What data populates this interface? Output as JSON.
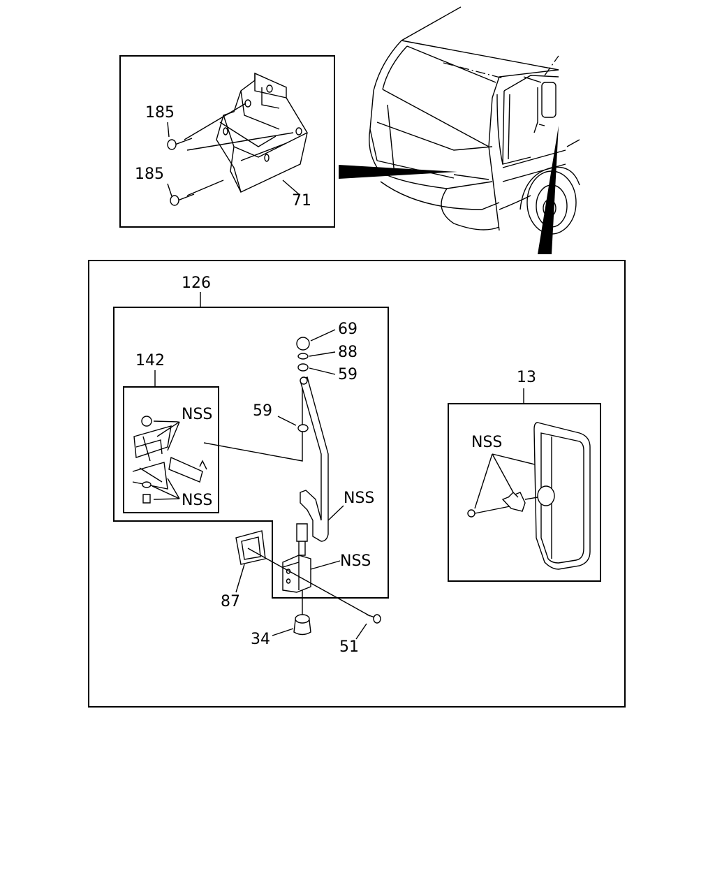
{
  "callouts": {
    "bracket_screw_upper": "185",
    "bracket_screw_lower": "185",
    "bracket": "71",
    "assembly_126": "126",
    "sub_assembly_142": "142",
    "cap_nut": "69",
    "washer_88": "88",
    "washer_59_top": "59",
    "washer_59_mid": "59",
    "nss_142_upper": "NSS",
    "nss_142_lower": "NSS",
    "nss_rod": "NSS",
    "nss_hinge": "NSS",
    "gasket": "87",
    "cover_cap": "34",
    "bolt_51": "51",
    "mirror_head": "13",
    "nss_mirror": "NSS"
  }
}
